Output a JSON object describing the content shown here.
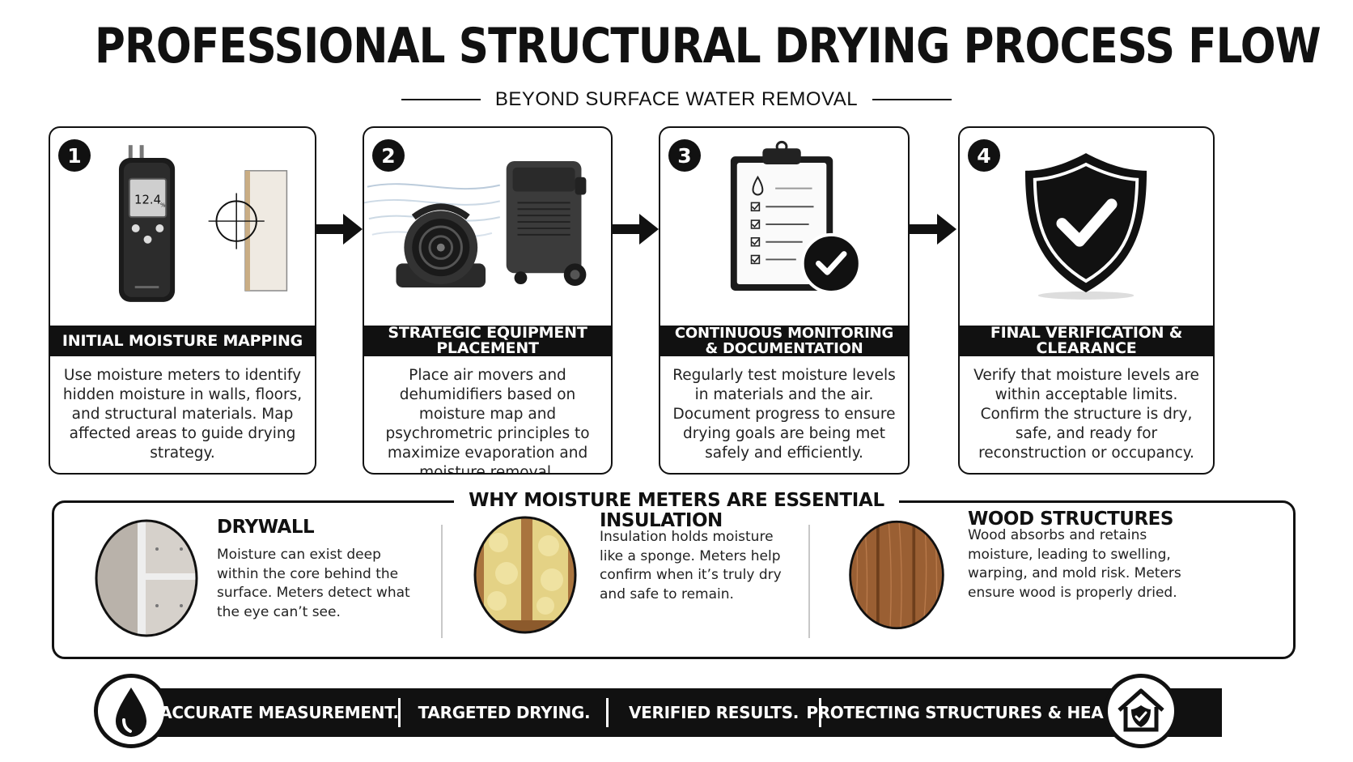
{
  "header": {
    "title": "PROFESSIONAL STRUCTURAL DRYING PROCESS FLOW",
    "subtitle": "BEYOND SURFACE WATER REMOVAL"
  },
  "steps": [
    {
      "number": "1",
      "title": "INITIAL MOISTURE MAPPING",
      "description": "Use moisture meters to identify hidden moisture in walls, floors, and structural materials. Map affected areas to guide drying strategy.",
      "meter_reading": "12.4",
      "meter_unit": "%",
      "icons": [
        "moisture-meter-icon",
        "crosshair-wall-icon"
      ]
    },
    {
      "number": "2",
      "title": "STRATEGIC EQUIPMENT PLACEMENT",
      "description": "Place air movers and dehumidifiers based on moisture map and psychrometric principles to maximize evaporation and moisture removal.",
      "icons": [
        "air-mover-icon",
        "dehumidifier-icon"
      ]
    },
    {
      "number": "3",
      "title_line1": "CONTINUOUS MONITORING",
      "title_line2": "& DOCUMENTATION",
      "description": "Regularly test moisture levels in materials and the air. Document progress to ensure drying goals are being met safely and efficiently.",
      "icons": [
        "clipboard-checklist-icon",
        "checkmark-circle-icon"
      ]
    },
    {
      "number": "4",
      "title": "FINAL VERIFICATION & CLEARANCE",
      "description": "Verify that moisture levels are within acceptable limits. Confirm the structure is dry, safe, and ready for reconstruction or occupancy.",
      "icons": [
        "shield-check-icon"
      ]
    }
  ],
  "why": {
    "title": "WHY MOISTURE METERS ARE ESSENTIAL",
    "materials": [
      {
        "name": "DRYWALL",
        "description": "Moisture can exist deep within the core behind the surface. Meters detect what the eye can’t see.",
        "icon": "drywall-icon"
      },
      {
        "name": "INSULATION",
        "description": "Insulation holds moisture like a sponge. Meters help confirm when it’s truly dry and safe to remain.",
        "icon": "insulation-icon"
      },
      {
        "name": "WOOD STRUCTURES",
        "description": "Wood absorbs and retains moisture, leading to swelling, warping, and mold risk. Meters ensure wood is properly dried.",
        "icon": "wood-grain-icon"
      }
    ]
  },
  "footer": {
    "items": [
      "ACCURATE MEASUREMENT.",
      "TARGETED DRYING.",
      "VERIFIED RESULTS.",
      "PROTECTING STRUCTURES & HEALTH."
    ],
    "left_icon": "water-drop-icon",
    "right_icon": "house-shield-icon"
  },
  "colors": {
    "ink": "#111111",
    "background": "#ffffff",
    "wood": "#9a5f33",
    "insulation": "#e7d48a"
  }
}
